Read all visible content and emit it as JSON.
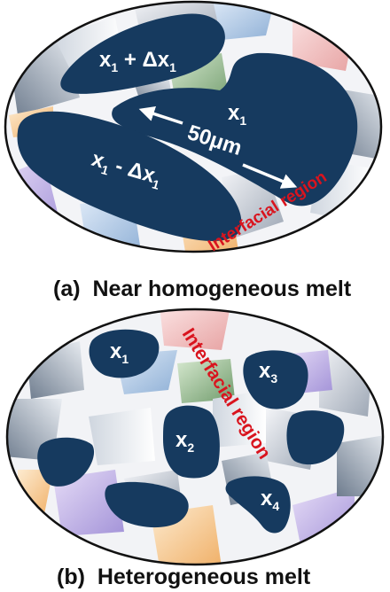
{
  "colors": {
    "domain": "#163a5f",
    "interfacial_text": "#d9141e",
    "outline": "#111111",
    "background": "#ffffff"
  },
  "panel_a": {
    "caption": "(a)  Near homogeneous melt",
    "domains": {
      "top": {
        "base": "x",
        "sub": "1",
        "suffix": " + Δx",
        "suffix_sub": "1"
      },
      "middle": {
        "base": "x",
        "sub": "1"
      },
      "bottom": {
        "base": "x",
        "sub": "1",
        "suffix": " - Δx",
        "suffix_sub": "1"
      }
    },
    "scale_label": "50μm",
    "interfacial_label": "Interfacial region"
  },
  "panel_b": {
    "caption": "(b)  Heterogeneous melt",
    "domains": {
      "d1": {
        "base": "x",
        "sub": "1"
      },
      "d2": {
        "base": "x",
        "sub": "2"
      },
      "d3": {
        "base": "x",
        "sub": "3"
      },
      "d4": {
        "base": "x",
        "sub": "4"
      }
    },
    "interfacial_label": "Interfacial region"
  }
}
